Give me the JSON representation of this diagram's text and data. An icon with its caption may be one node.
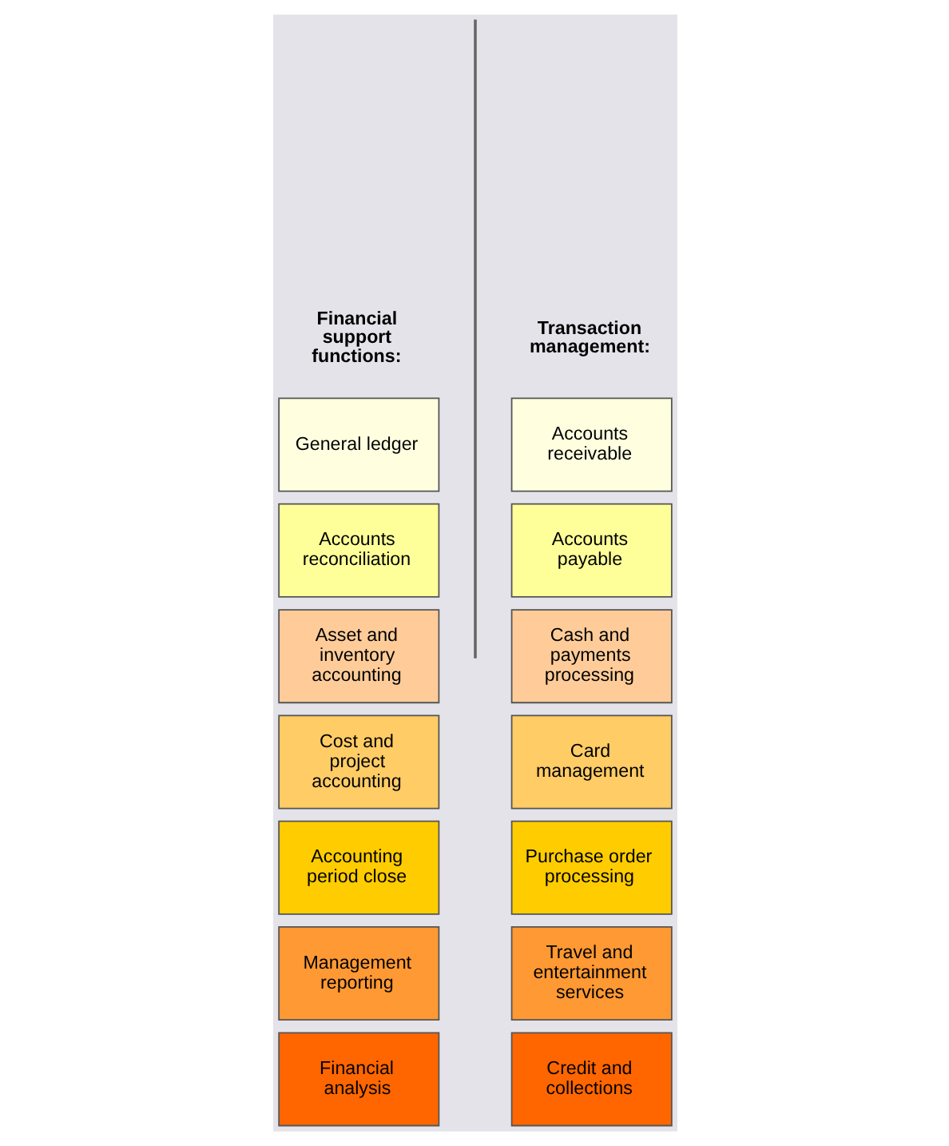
{
  "diagram": {
    "nodes": [
      {
        "text": [
          "General ledger"
        ]
      },
      {
        "text": [
          "Accounts reconciliation"
        ]
      },
      {
        "text": [
          "Asset and inventory accounting"
        ]
      },
      {
        "text": [
          "Cost and project accounting"
        ]
      },
      {
        "text": [
          "Accounting period close"
        ]
      },
      {
        "text": [
          "Management reporting"
        ]
      },
      {
        "text": [
          "Financial analysis"
        ]
      },
      {
        "text": [
          "Accounts receivable"
        ]
      },
      {
        "text": [
          "Accounts payable"
        ]
      },
      {
        "text": [
          "Cash and payments processing"
        ]
      },
      {
        "text": [
          "Card management"
        ]
      },
      {
        "text": [
          "Purchase order processing"
        ]
      },
      {
        "text": [
          "Travel and entertainment services"
        ]
      },
      {
        "text": [
          "Credit and collections"
        ]
      }
    ],
    "edges": [],
    "labels": [
      "Financial support functions:",
      "Transaction management:"
    ]
  }
}
